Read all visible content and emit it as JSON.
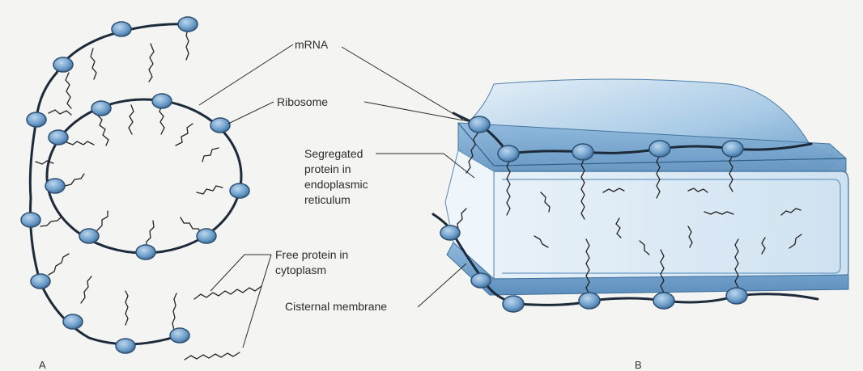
{
  "labels": {
    "mrna": "mRNA",
    "ribosome": "Ribosome",
    "segregated": [
      "Segregated",
      "protein in",
      "endoplasmic",
      "reticulum"
    ],
    "free_protein": [
      "Free protein in",
      "cytoplasm"
    ],
    "cisternal": "Cisternal membrane"
  },
  "panels": {
    "a": "A",
    "b": "B"
  },
  "colors": {
    "background": "#f4f4f2",
    "ribosome_fill": "#6fa0cc",
    "ribosome_edge": "#2d4f72",
    "mrna_strand": "#1c2a3a",
    "er_light": "#d7e8f4",
    "er_mid": "#9cc2e0",
    "er_dark": "#5e93c2",
    "protein_chain": "#222"
  }
}
